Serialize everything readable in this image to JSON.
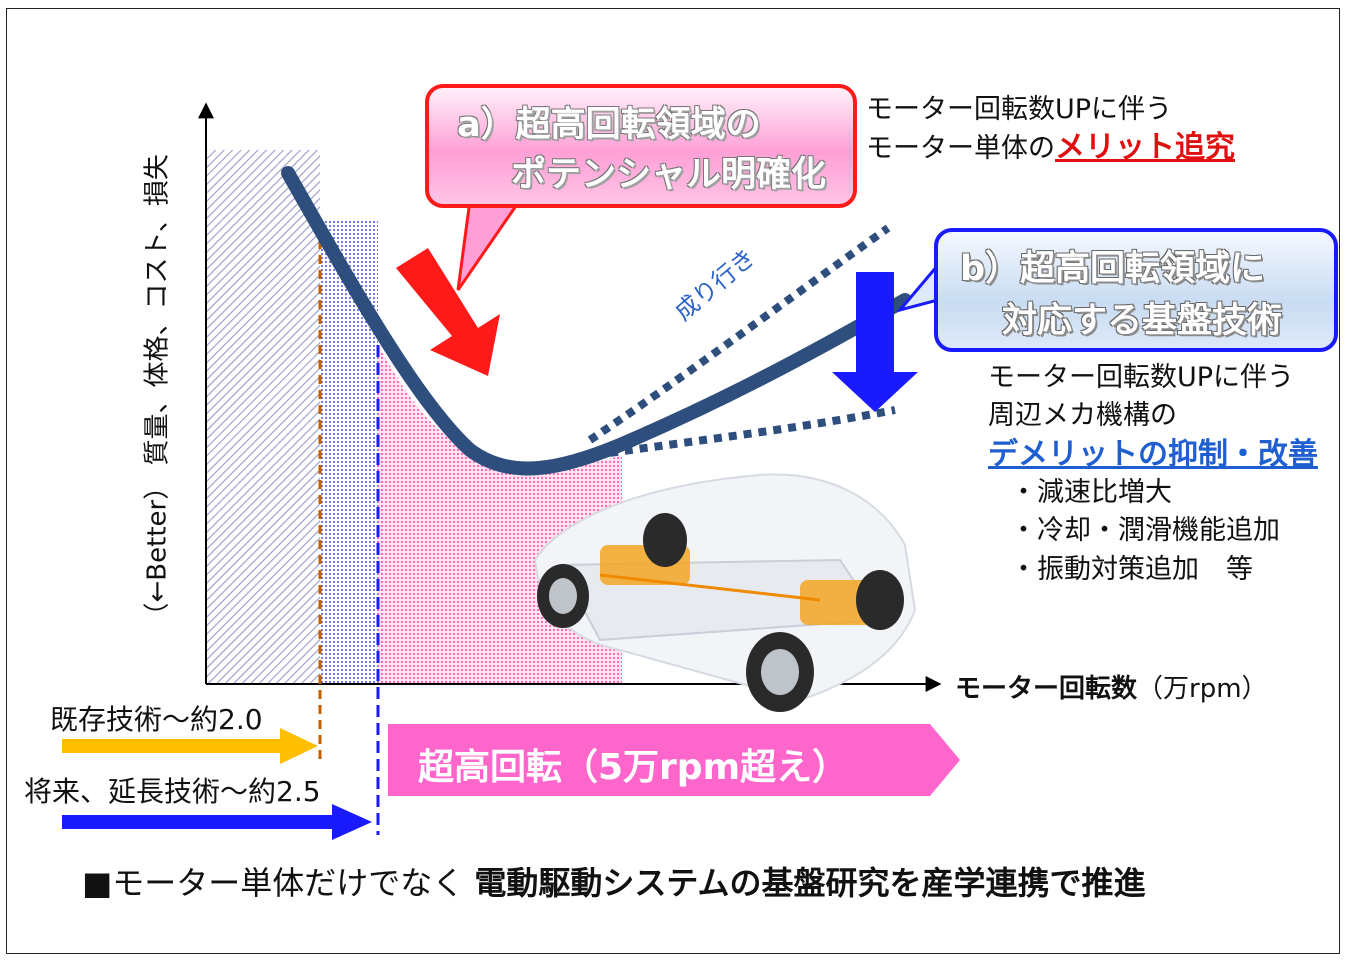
{
  "y_axis_label": "（←Better） 質量、体格、コスト、損失",
  "x_axis_label": "モーター回転数",
  "x_axis_unit": "（万rpm）",
  "callout_a": {
    "line1": "a）超高回転領域の",
    "line2": "ポテンシャル明確化"
  },
  "callout_b": {
    "line1": "b）超高回転領域に",
    "line2": "対応する基盤技術"
  },
  "note_a": {
    "line1": "モーター回転数UPに伴う",
    "line2_prefix": "モーター単体の",
    "line2_highlight": "メリット追究"
  },
  "note_b": {
    "line1": "モーター回転数UPに伴う",
    "line2": "周辺メカ機構の",
    "highlight": "デメリットの抑制・改善",
    "bullets": [
      "・減速比増大",
      "・冷却・潤滑機能追加",
      "・振動対策追加　等"
    ]
  },
  "trend_label": "成り行き",
  "existing_tech": "既存技術～約2.0",
  "future_tech": "将来、延長技術～約2.5",
  "ultra_high_speed": "超高回転（5万rpm超え）",
  "footer": {
    "prefix": "■モーター単体だけでなく ",
    "bold": "電動駆動システムの基盤研究を産学連携で推進"
  },
  "colors": {
    "curve": "#2e4e7e",
    "red": "#ff1a1a",
    "blue": "#1a1aff",
    "pink": "#ff66cc",
    "gold": "#ffbf00",
    "orange_dash": "#c06000"
  }
}
